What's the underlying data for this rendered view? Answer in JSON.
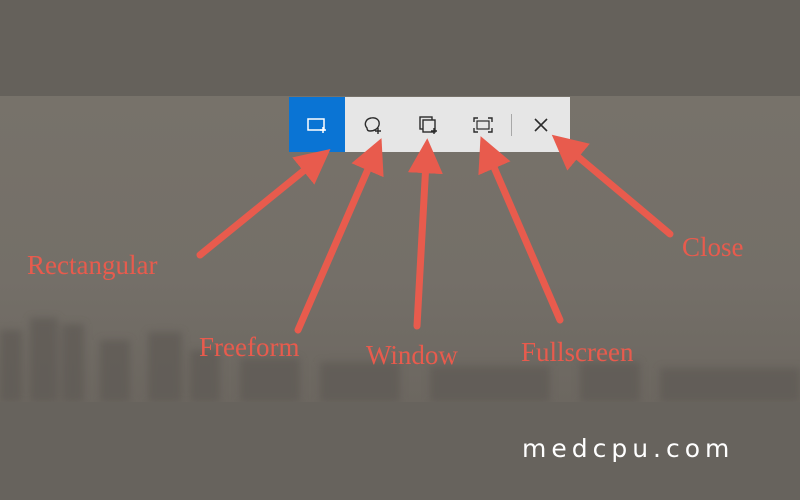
{
  "toolbar": {
    "buttons": [
      {
        "id": "rectangular",
        "icon": "rectangular-snip-icon",
        "active": true
      },
      {
        "id": "freeform",
        "icon": "freeform-snip-icon",
        "active": false
      },
      {
        "id": "window",
        "icon": "window-snip-icon",
        "active": false
      },
      {
        "id": "fullscreen",
        "icon": "fullscreen-snip-icon",
        "active": false
      },
      {
        "id": "close",
        "icon": "close-icon",
        "active": false
      }
    ],
    "colors": {
      "background": "#e6e6e6",
      "active": "#0a74d4",
      "icon": "#2b2b2b",
      "active_icon": "#ffffff"
    }
  },
  "annotations": {
    "rectangular": "Rectangular",
    "freeform": "Freeform",
    "window": "Window",
    "fullscreen": "Fullscreen",
    "close": "Close",
    "color": "#e85b4d"
  },
  "watermark": "medcpu.com"
}
